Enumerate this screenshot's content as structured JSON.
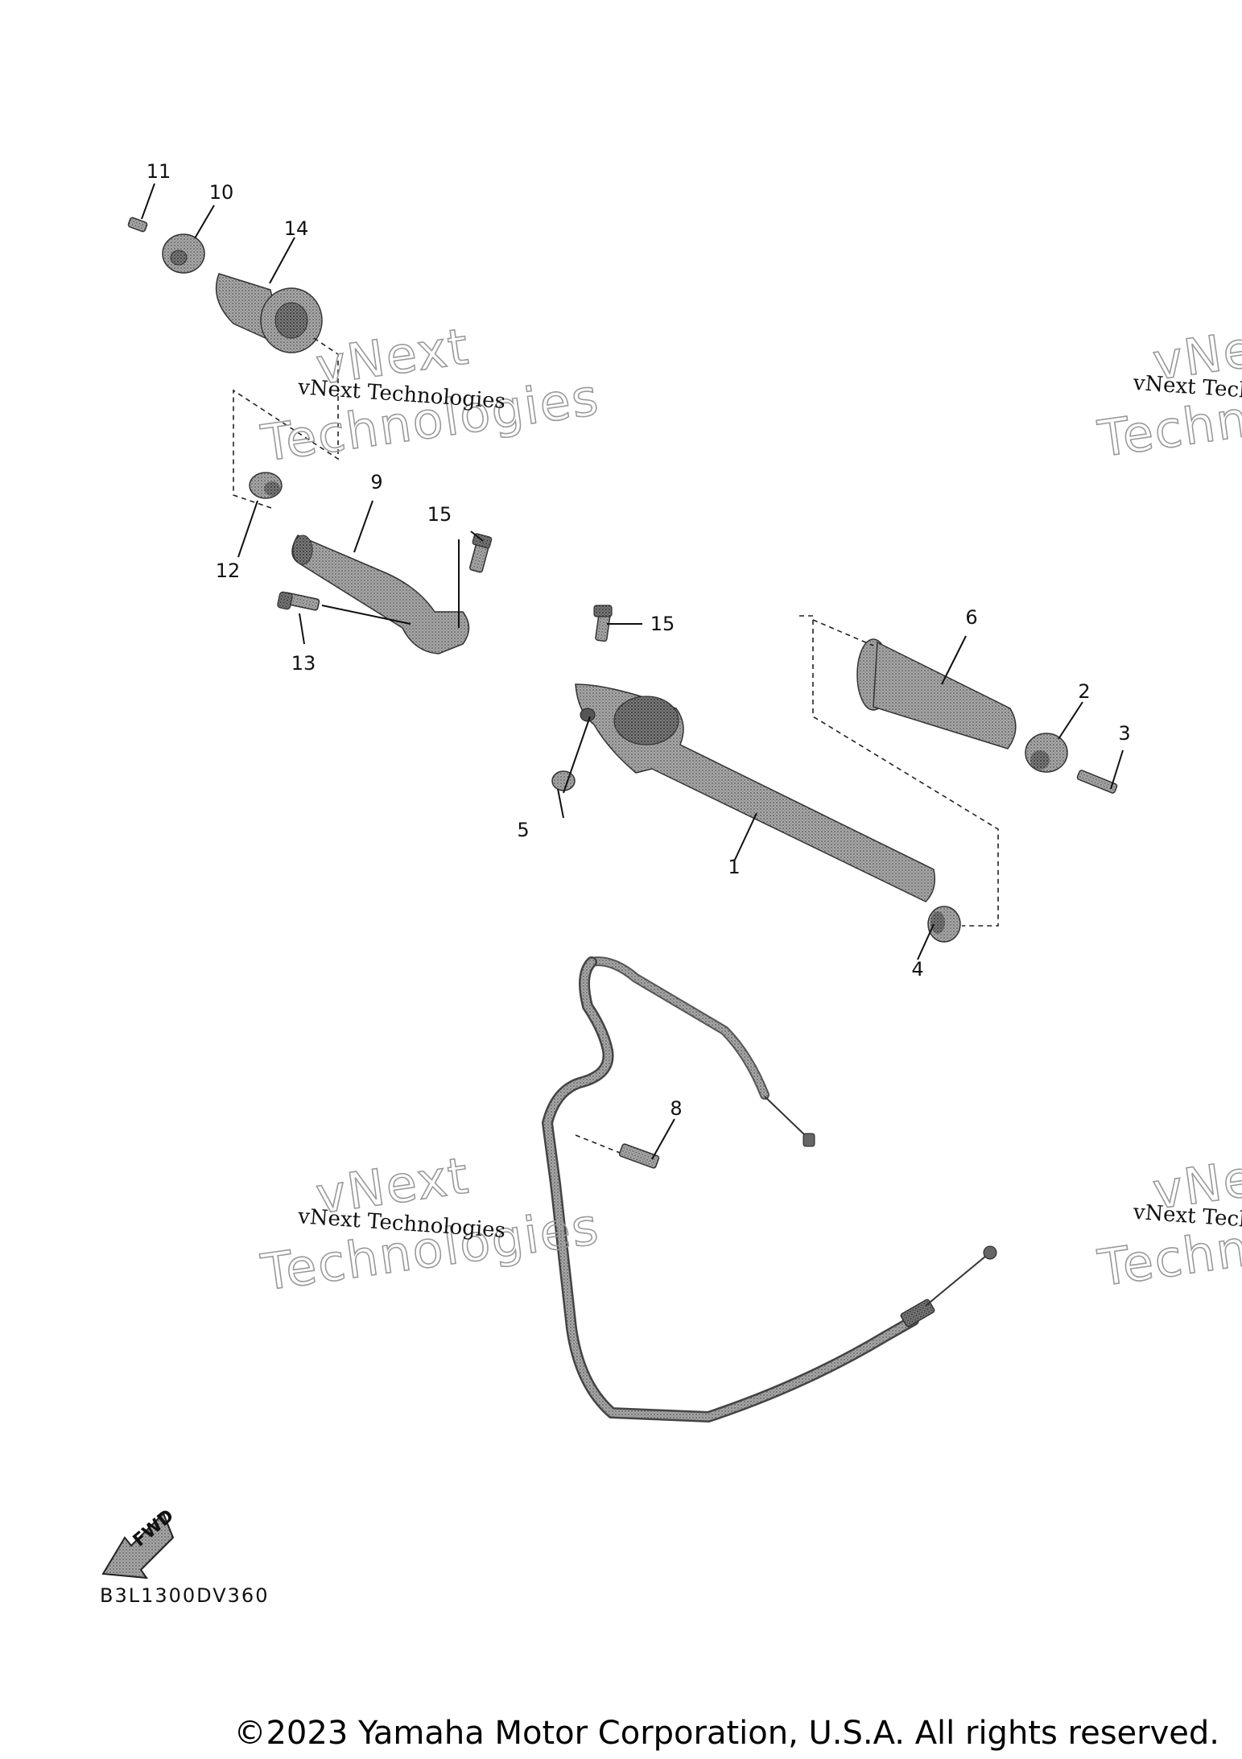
{
  "diagram": {
    "callouts": [
      "1",
      "2",
      "3",
      "4",
      "5",
      "6",
      "8",
      "9",
      "10",
      "11",
      "12",
      "13",
      "14",
      "15",
      "15"
    ],
    "fwd_label": "FWD",
    "drawing_code": "B3L1300DV360"
  },
  "watermarks": {
    "small": "vNext Technologies",
    "big_line1": "vNext",
    "big_line2": "Technologies"
  },
  "footer": {
    "copyright": "©2023 Yamaha Motor Corporation, U.S.A. All rights reserved."
  },
  "colors": {
    "part_fill": "#8f8f8f",
    "part_dark": "#5e5e5e",
    "line": "#111111"
  }
}
